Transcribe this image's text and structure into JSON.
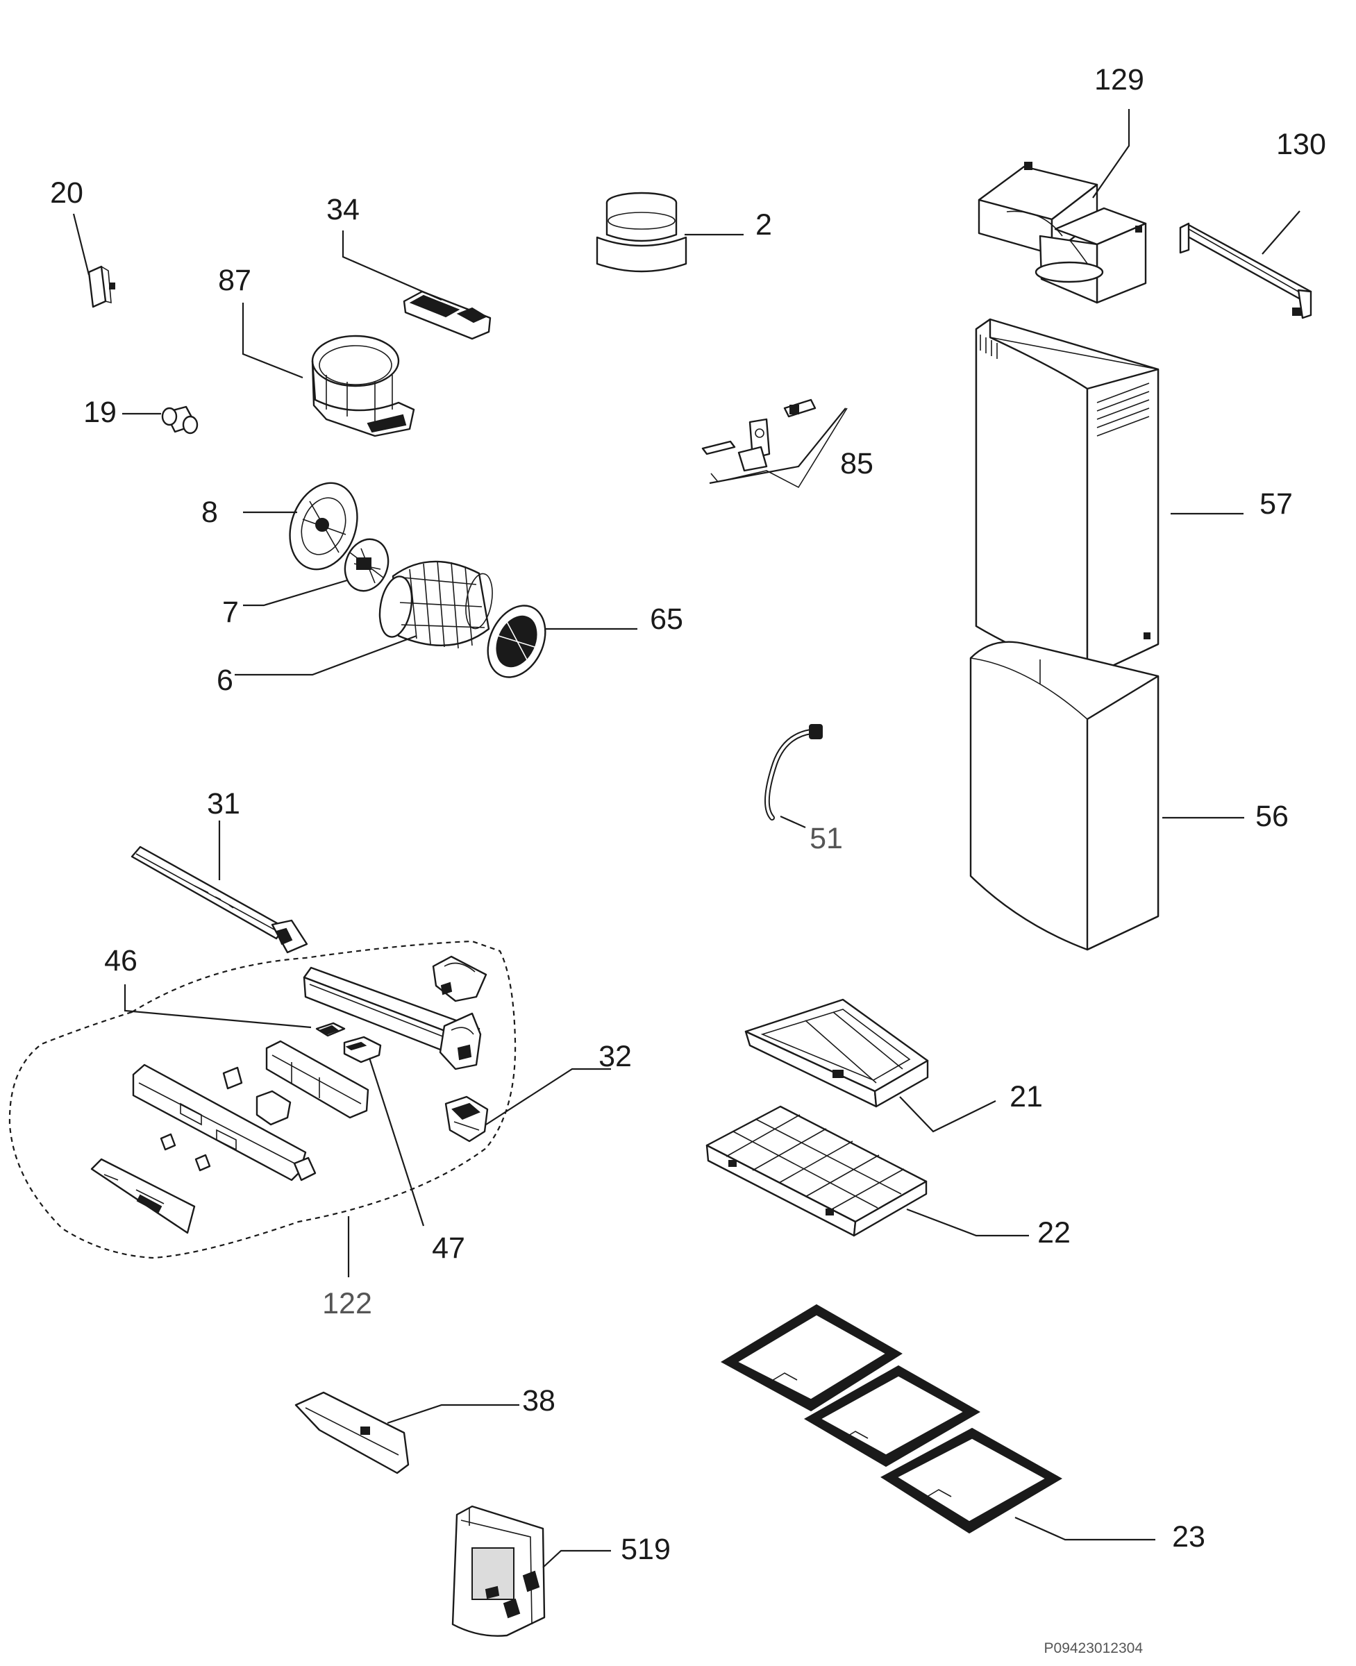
{
  "diagram": {
    "callouts": [
      {
        "id": "129",
        "label": "129"
      },
      {
        "id": "130",
        "label": "130"
      },
      {
        "id": "20",
        "label": "20"
      },
      {
        "id": "34",
        "label": "34"
      },
      {
        "id": "2",
        "label": "2"
      },
      {
        "id": "87",
        "label": "87"
      },
      {
        "id": "19",
        "label": "19"
      },
      {
        "id": "85",
        "label": "85"
      },
      {
        "id": "57",
        "label": "57"
      },
      {
        "id": "8",
        "label": "8"
      },
      {
        "id": "7",
        "label": "7"
      },
      {
        "id": "65",
        "label": "65"
      },
      {
        "id": "6",
        "label": "6"
      },
      {
        "id": "51",
        "label": "51"
      },
      {
        "id": "56",
        "label": "56"
      },
      {
        "id": "31",
        "label": "31"
      },
      {
        "id": "46",
        "label": "46"
      },
      {
        "id": "32",
        "label": "32"
      },
      {
        "id": "21",
        "label": "21"
      },
      {
        "id": "47",
        "label": "47"
      },
      {
        "id": "22",
        "label": "22"
      },
      {
        "id": "122",
        "label": "122"
      },
      {
        "id": "38",
        "label": "38"
      },
      {
        "id": "23",
        "label": "23"
      },
      {
        "id": "519",
        "label": "519"
      }
    ],
    "drawing_code": "P09423012304"
  }
}
